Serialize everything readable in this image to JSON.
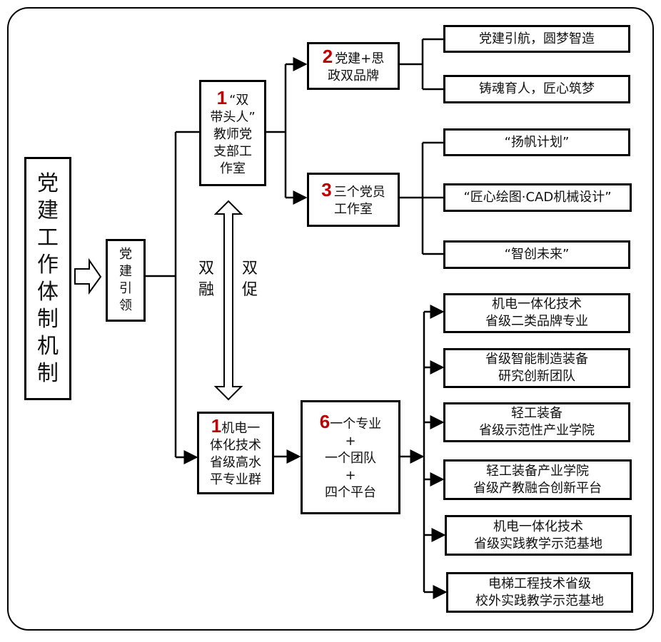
{
  "title": [
    "党",
    "建",
    "工",
    "作",
    "体",
    "制",
    "机",
    "制"
  ],
  "lead": [
    "党",
    "建",
    "引",
    "领"
  ],
  "mutual": {
    "left": [
      "双",
      "融"
    ],
    "right": [
      "双",
      "促"
    ]
  },
  "box1_top": {
    "number": "1",
    "lines": [
      "“双",
      "带头人”",
      "教师党",
      "支部工",
      "作室"
    ]
  },
  "box1_bottom": {
    "number": "1",
    "lines": [
      "机电一",
      "体化技术",
      "省级高水",
      "平专业群"
    ]
  },
  "box2": {
    "number": "2",
    "lines": [
      "党建+思",
      "政双品牌"
    ]
  },
  "box3": {
    "number": "3",
    "lines": [
      "三个党员",
      "工作室"
    ]
  },
  "box6": {
    "number": "6",
    "lines": [
      "一个专业",
      "+",
      "一个团队",
      "+",
      "四个平台"
    ]
  },
  "brand_items": [
    "党建引航，圆梦智造",
    "铸魂育人，匠心筑梦"
  ],
  "studio_items": [
    "“扬帆计划”",
    "“匠心绘图·CAD机械设计”",
    "“智创未来”"
  ],
  "platform_items": [
    [
      "机电一体化技术",
      "省级二类品牌专业"
    ],
    [
      "省级智能制造装备",
      "研究创新团队"
    ],
    [
      "轻工装备",
      "省级示范性产业学院"
    ],
    [
      "轻工装备产业学院",
      "省级产教融合创新平台"
    ],
    [
      "机电一体化技术",
      "省级实践教学示范基地"
    ],
    [
      "电梯工程技术省级",
      "校外实践教学示范基地"
    ]
  ]
}
